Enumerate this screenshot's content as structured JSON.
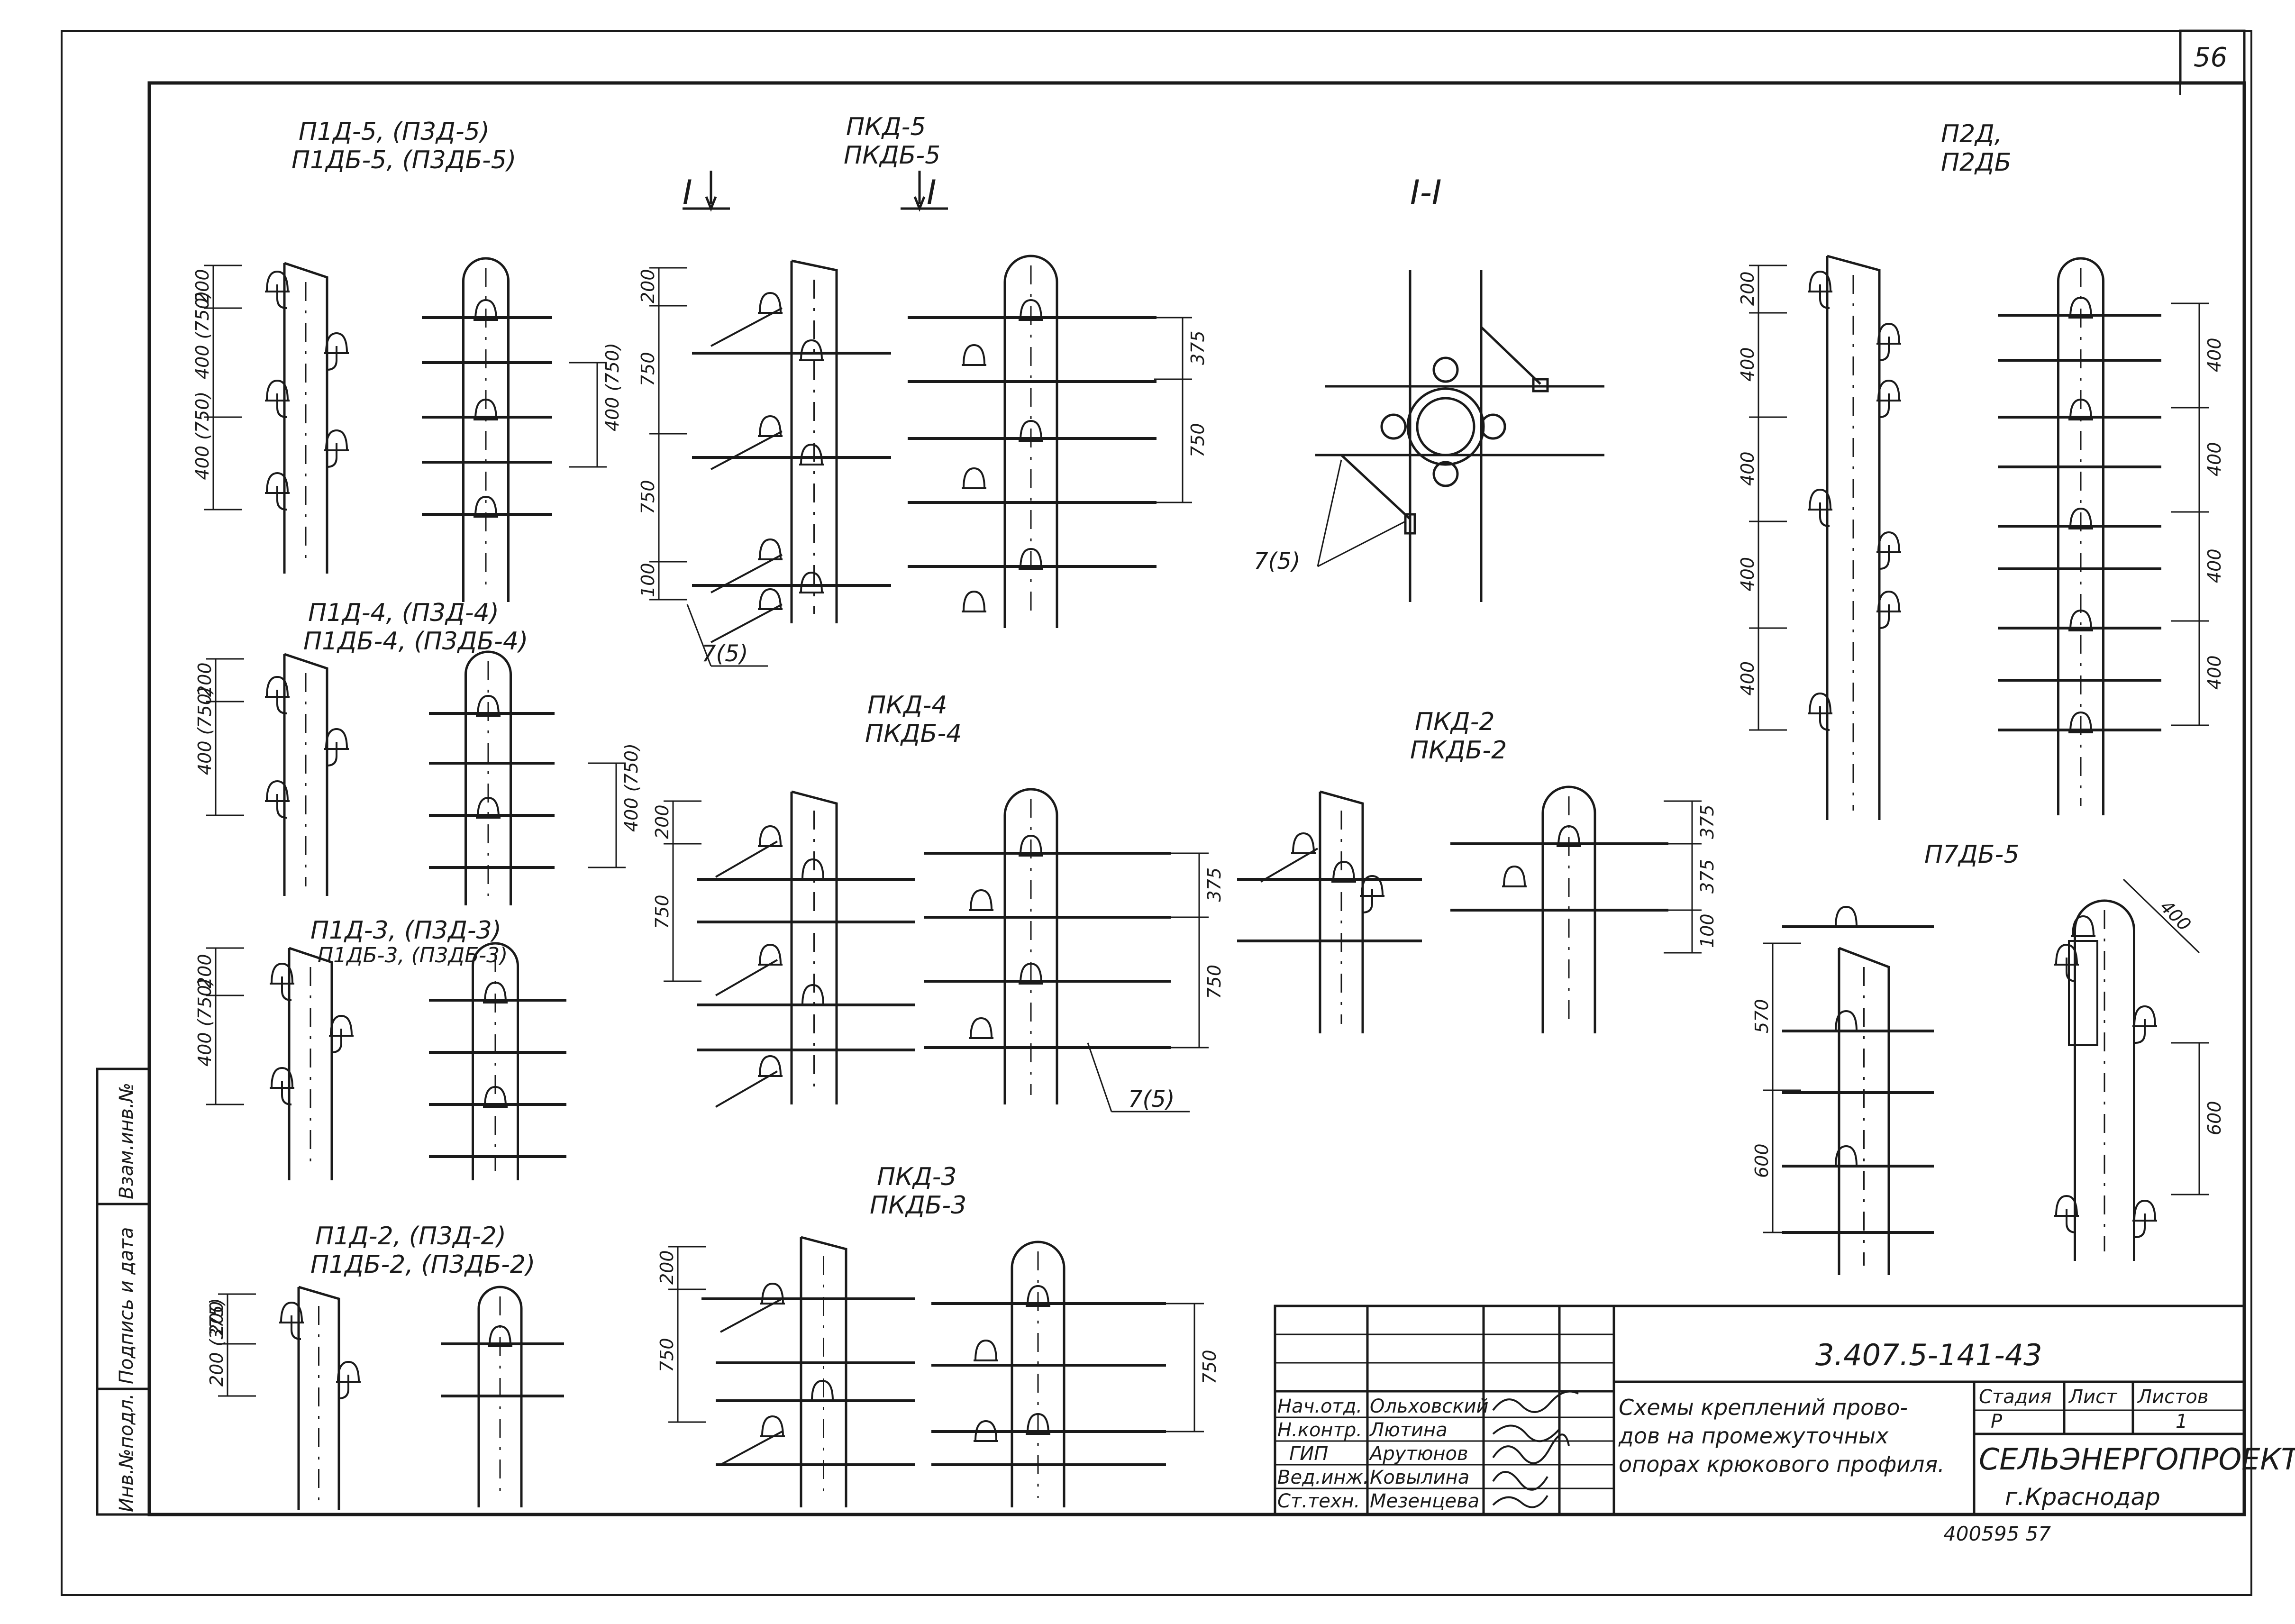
{
  "page_number": "56",
  "sheet_code": "3.407.5-141-43",
  "archive_number": "400595 57",
  "drawing_title_lines": [
    "Схемы креплений прово-",
    "дов на промежуточных",
    "опорах крюкового профиля."
  ],
  "organization": "СЕЛЬЭНЕРГОПРОЕКТ",
  "city": "г.Краснодар",
  "stage_header": "Стадия",
  "sheet_header": "Лист",
  "sheets_header": "Листов",
  "stage_value": "Р",
  "sheets_value": "1",
  "signatures": [
    {
      "role": "Нач.отд.",
      "name": "Ольховский"
    },
    {
      "role": "Н.контр.",
      "name": "Лютина"
    },
    {
      "role": "ГИП",
      "name": "Арутюнов"
    },
    {
      "role": "Вед.инж.",
      "name": "Ковылина"
    },
    {
      "role": "Ст.техн.",
      "name": "Мезенцева"
    }
  ],
  "side_stamp": [
    "Инв.№подл.",
    "Подпись и дата",
    "Взам.инв.№"
  ],
  "labels": {
    "p1d5_a": "П1Д-5, (П3Д-5)",
    "p1d5_b": "П1ДБ-5, (П3ДБ-5)",
    "pkd5_a": "ПКД-5",
    "pkd5_b": "ПКДБ-5",
    "sec_mark_left": "I",
    "sec_mark_right": "I",
    "section": "I-I",
    "p2d_a": "П2Д,",
    "p2d_b": "П2ДБ",
    "p1d4_a": "П1Д-4, (П3Д-4)",
    "p1d4_b": "П1ДБ-4, (П3ДБ-4)",
    "pkd4_a": "ПКД-4",
    "pkd4_b": "ПКДБ-4",
    "pkd2_a": "ПКД-2",
    "pkd2_b": "ПКДБ-2",
    "p7db5": "П7ДБ-5",
    "p1d3_a": "П1Д-3, (П3Д-3)",
    "p1d3_b": "П1ДБ-3, (П3ДБ-3)",
    "pkd3_a": "ПКД-3",
    "pkd3_b": "ПКДБ-3",
    "p1d2_a": "П1Д-2, (П3Д-2)",
    "p1d2_b": "П1ДБ-2, (П3ДБ-2)",
    "callout_pkd5": "7(5)",
    "callout_section": "7(5)",
    "callout_pkd4": "7(5)"
  },
  "dims": {
    "p1d5": [
      "200",
      "400",
      "(750)",
      "400",
      "(750)"
    ],
    "p1d5_right": [
      "400",
      "(750)"
    ],
    "pkd5_left": [
      "200",
      "750",
      "750",
      "100"
    ],
    "pkd5_right": [
      "375",
      "750"
    ],
    "p2d_left": [
      "200",
      "400",
      "400",
      "400",
      "400"
    ],
    "p2d_right": [
      "400",
      "400",
      "400",
      "400"
    ],
    "p1d4": [
      "200",
      "400",
      "(750)"
    ],
    "p1d4_right": [
      "400",
      "(750)"
    ],
    "pkd4_left": [
      "200",
      "750"
    ],
    "pkd4_right": [
      "375",
      "750"
    ],
    "pkd2_right": [
      "375",
      "375",
      "100"
    ],
    "p7db5_left": [
      "570",
      "600"
    ],
    "p7db5_right": [
      "400",
      "600"
    ],
    "p1d3": [
      "200",
      "400",
      "(750)"
    ],
    "pkd3_left": [
      "200",
      "750"
    ],
    "pkd3_right": [
      "750"
    ],
    "p1d2": [
      "200",
      "200",
      "(375)"
    ]
  },
  "colors": {
    "ink": "#1a1a1a",
    "paper": "#ffffff"
  }
}
